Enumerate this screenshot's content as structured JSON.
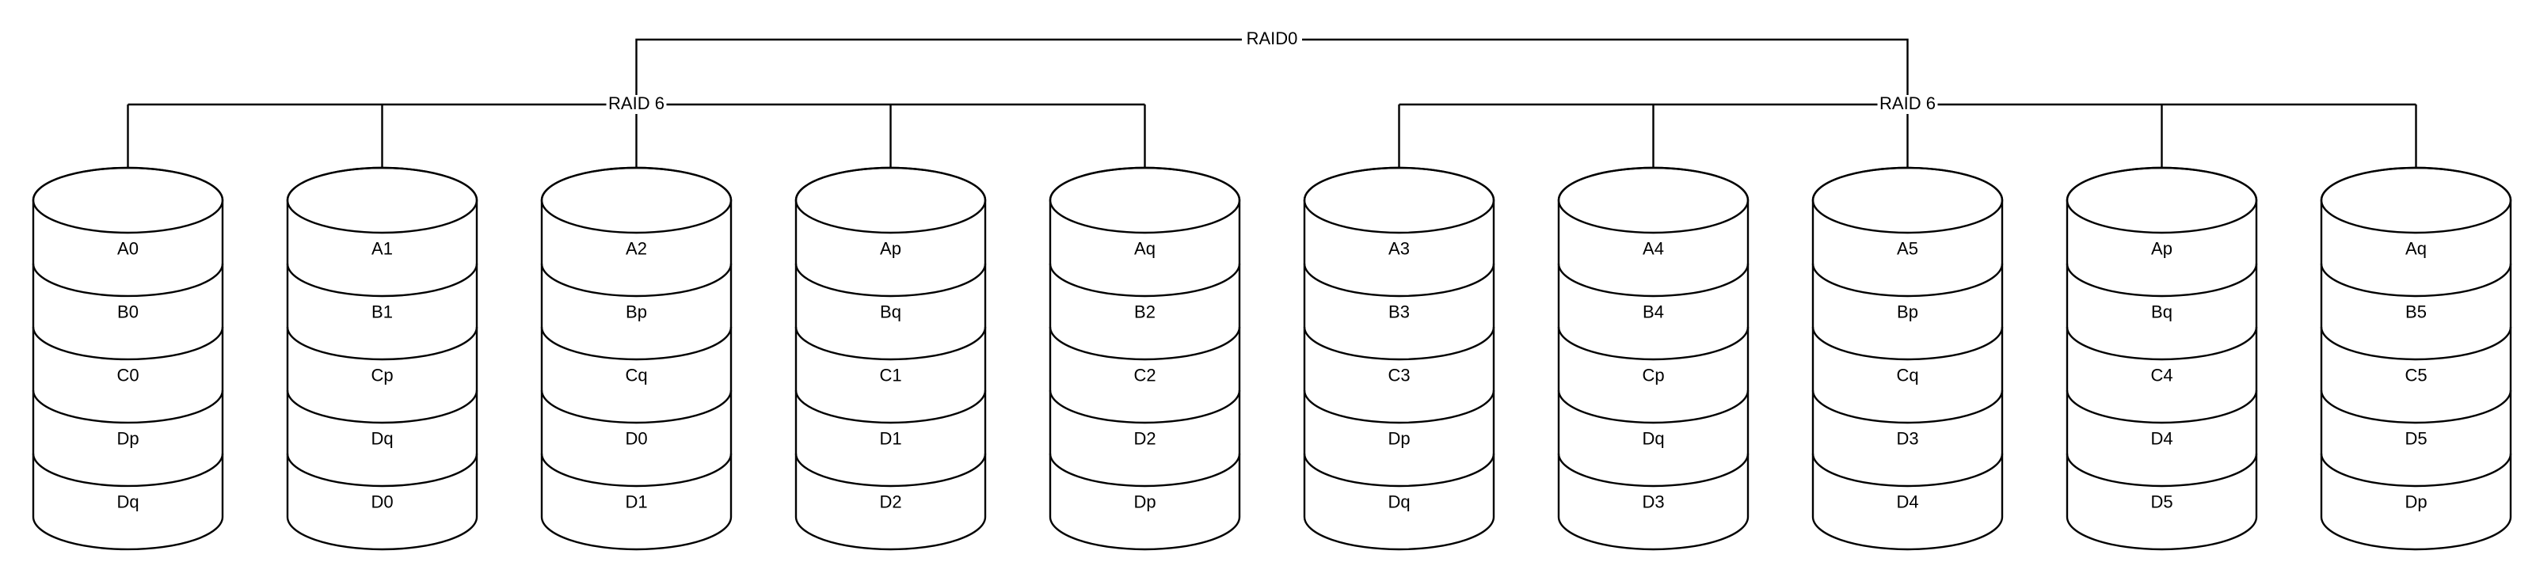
{
  "top": {
    "label": "RAID0"
  },
  "groups": [
    {
      "label": "RAID 6",
      "disks": [
        {
          "blocks": [
            "A0",
            "B0",
            "C0",
            "Dp",
            "Dq"
          ]
        },
        {
          "blocks": [
            "A1",
            "B1",
            "Cp",
            "Dq",
            "D0"
          ]
        },
        {
          "blocks": [
            "A2",
            "Bp",
            "Cq",
            "D0",
            "D1"
          ]
        },
        {
          "blocks": [
            "Ap",
            "Bq",
            "C1",
            "D1",
            "D2"
          ]
        },
        {
          "blocks": [
            "Aq",
            "B2",
            "C2",
            "D2",
            "Dp"
          ]
        }
      ]
    },
    {
      "label": "RAID 6",
      "disks": [
        {
          "blocks": [
            "A3",
            "B3",
            "C3",
            "Dp",
            "Dq"
          ]
        },
        {
          "blocks": [
            "A4",
            "B4",
            "Cp",
            "Dq",
            "D3"
          ]
        },
        {
          "blocks": [
            "A5",
            "Bp",
            "Cq",
            "D3",
            "D4"
          ]
        },
        {
          "blocks": [
            "Ap",
            "Bq",
            "C4",
            "D4",
            "D5"
          ]
        },
        {
          "blocks": [
            "Aq",
            "B5",
            "C5",
            "D5",
            "Dp"
          ]
        }
      ]
    }
  ]
}
